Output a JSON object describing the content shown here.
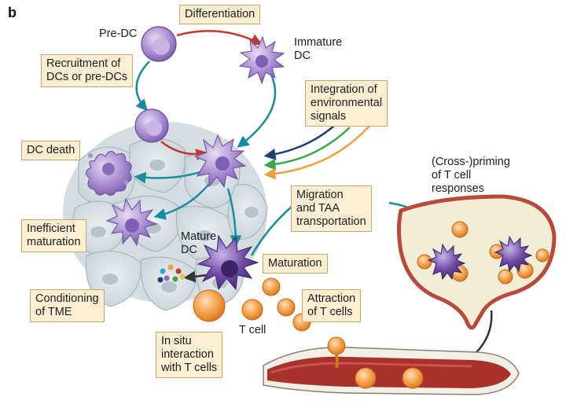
{
  "panel_letter": "b",
  "labels": {
    "differentiation": "Differentiation",
    "pre_dc": "Pre-DC",
    "immature_dc": "Immature\nDC",
    "recruitment": "Recruitment of\nDCs or pre-DCs",
    "integration": "Integration of\nenvironmental\nsignals",
    "dc_death": "DC death",
    "cross_priming": "(Cross-)priming\nof T cell\nresponses",
    "migration": "Migration\nand TAA\ntransportation",
    "inefficient_maturation": "Inefficient\nmaturation",
    "mature_dc": "Mature\nDC",
    "maturation": "Maturation",
    "conditioning": "Conditioning\nof TME",
    "attraction": "Attraction\nof T cells",
    "t_cell": "T cell",
    "in_situ": "In situ\ninteraction\nwith T cells"
  },
  "colors": {
    "label_fill": "#fbeed3",
    "dc_purple": "#9b7fc4",
    "mature_dc_purple": "#5a3d8c",
    "t_cell_orange": "#f39a3d",
    "arrow_red": "#c0392b",
    "arrow_teal": "#1a8ca0",
    "arrow_navy": "#1f3d78",
    "arrow_green": "#3aa84a",
    "arrow_orange": "#f0a040",
    "tissue": "#dde6ea",
    "lymph_node": "#f3ecd7",
    "vessel": "#a8322a"
  }
}
